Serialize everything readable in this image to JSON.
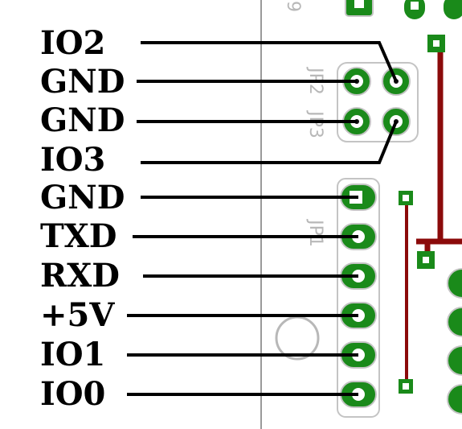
{
  "pin_labels": [
    "IO2",
    "GND",
    "GND",
    "IO3",
    "GND",
    "TXD",
    "RXD",
    "+5V",
    "IO1",
    "IO0"
  ],
  "silkscreen": {
    "jp2": "JP2",
    "jp3": "JP3",
    "jp1": "JP1",
    "top_digit": "9"
  },
  "colors": {
    "background": "#ffffff",
    "leader_line": "#000000",
    "pad": "#1a8a1a",
    "pad_ring": "#c4c4c4",
    "pad_hole": "#0d0d0d",
    "trace": "#8b0a0a",
    "board_edge": "#9a9a9a",
    "silkscreen": "#b8b8b8"
  }
}
